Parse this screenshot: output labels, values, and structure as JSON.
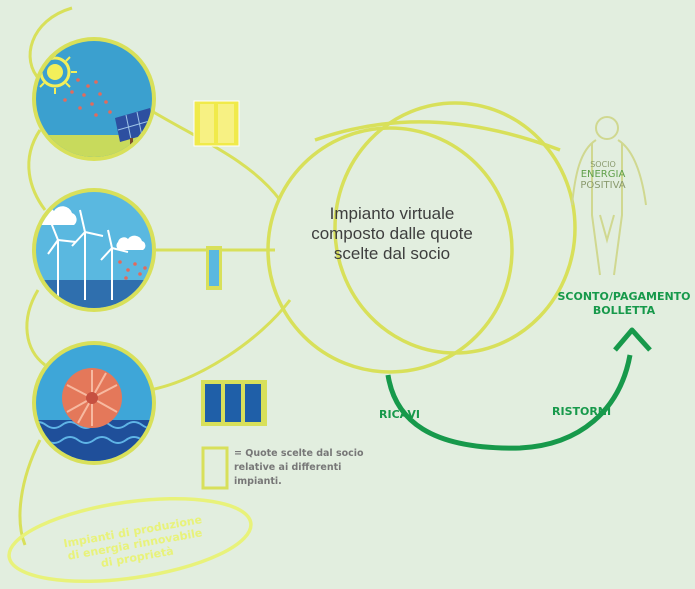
{
  "center": {
    "line1": "Impianto virtuale",
    "line2": "composto dalle quote",
    "line3": "scelte dal socio"
  },
  "labels": {
    "sconto_line1": "SCONTO/PAGAMENTO",
    "sconto_line2": "BOLLETTA",
    "ricavi": "RICAVI",
    "ristorni": "RISTORNI"
  },
  "legend": {
    "line1": "= Quote scelte dal socio",
    "line2": "relative ai differenti",
    "line3": "impianti."
  },
  "ownership": {
    "line1": "Impianti di produzione",
    "line2": "di energia rinnovabile",
    "line3": "di proprietà"
  },
  "logo": {
    "line1": "SOCIO",
    "line2": "ENERGIA",
    "line3": "POSITIVA"
  },
  "colors": {
    "background": "#e2eedf",
    "accent_yellow": "#d8e05a",
    "green": "#17994b",
    "quota_blue": "#2f6fae",
    "quota_yellow": "#f0ea4a"
  },
  "icons": [
    "sun-icon",
    "solar-panel-icon",
    "wind-turbine-icon",
    "water-turbine-icon",
    "person-silhouette-icon"
  ]
}
